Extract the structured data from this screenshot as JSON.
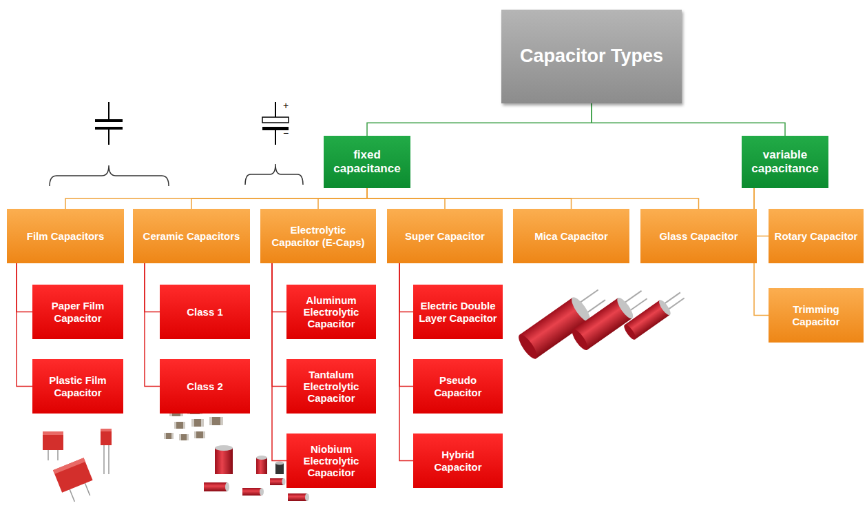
{
  "diagram": {
    "nodes": [
      {
        "text": [
          "Capacitor Types"
        ]
      },
      {
        "text": [
          "fixed capacitance"
        ]
      },
      {
        "text": [
          "variable capacitance"
        ]
      },
      {
        "text": [
          "Film Capacitors"
        ]
      },
      {
        "text": [
          "Ceramic Capacitors"
        ]
      },
      {
        "text": [
          "Electrolytic Capacitor (E-Caps)"
        ]
      },
      {
        "text": [
          "Super Capacitor"
        ]
      },
      {
        "text": [
          "Mica Capacitor"
        ]
      },
      {
        "text": [
          "Glass Capacitor"
        ]
      },
      {
        "text": [
          "Rotary Capacitor"
        ]
      },
      {
        "text": [
          "Trimming Capacitor"
        ]
      },
      {
        "text": [
          "Paper Film Capacitor"
        ]
      },
      {
        "text": [
          "Plastic Film Capacitor"
        ]
      },
      {
        "text": [
          "Class 1"
        ]
      },
      {
        "text": [
          "Class 2"
        ]
      },
      {
        "text": [
          "Aluminum Electrolytic Capacitor"
        ]
      },
      {
        "text": [
          "Tantalum Electrolytic Capacitor"
        ]
      },
      {
        "text": [
          "Niobium Electrolytic Capacitor"
        ]
      },
      {
        "text": [
          "Electric Double Layer Capacitor"
        ]
      },
      {
        "text": [
          "Pseudo Capacitor"
        ]
      },
      {
        "text": [
          "Hybrid Capacitor"
        ]
      }
    ],
    "edges": [
      {
        "from": 0,
        "to": 1,
        "arrow": "none"
      },
      {
        "from": 0,
        "to": 2,
        "arrow": "none"
      },
      {
        "from": 1,
        "to": 3,
        "arrow": "none"
      },
      {
        "from": 1,
        "to": 4,
        "arrow": "none"
      },
      {
        "from": 1,
        "to": 5,
        "arrow": "none"
      },
      {
        "from": 1,
        "to": 6,
        "arrow": "none"
      },
      {
        "from": 1,
        "to": 7,
        "arrow": "none"
      },
      {
        "from": 1,
        "to": 8,
        "arrow": "none"
      },
      {
        "from": 2,
        "to": 9,
        "arrow": "none"
      },
      {
        "from": 2,
        "to": 10,
        "arrow": "none"
      },
      {
        "from": 3,
        "to": 11,
        "arrow": "none"
      },
      {
        "from": 3,
        "to": 12,
        "arrow": "none"
      },
      {
        "from": 4,
        "to": 13,
        "arrow": "none"
      },
      {
        "from": 4,
        "to": 14,
        "arrow": "none"
      },
      {
        "from": 5,
        "to": 15,
        "arrow": "none"
      },
      {
        "from": 5,
        "to": 16,
        "arrow": "none"
      },
      {
        "from": 5,
        "to": 17,
        "arrow": "none"
      },
      {
        "from": 6,
        "to": 18,
        "arrow": "none"
      },
      {
        "from": 6,
        "to": 19,
        "arrow": "none"
      },
      {
        "from": 6,
        "to": 20,
        "arrow": "none"
      }
    ],
    "labels": [
      "+",
      "−"
    ]
  }
}
